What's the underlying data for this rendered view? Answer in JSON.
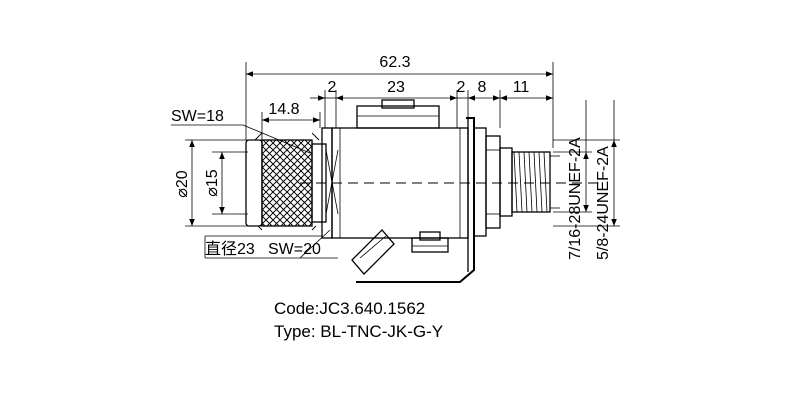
{
  "dimensions": {
    "overall_length": "62.3",
    "d_2a": "2",
    "d_23": "23",
    "d_2b": "2",
    "d_8": "8",
    "d_11": "11",
    "d_14_8": "14.8",
    "sw18": "SW=18",
    "dia20": "⌀20",
    "dia15": "⌀15",
    "zhijing": "直径23",
    "sw20": "SW=20",
    "thread_1": "7/16-28UNEF-2A",
    "thread_2": "5/8-24UNEF-2A"
  },
  "caption": {
    "code": "Code:JC3.640.1562",
    "type": "Type: BL-TNC-JK-G-Y"
  }
}
